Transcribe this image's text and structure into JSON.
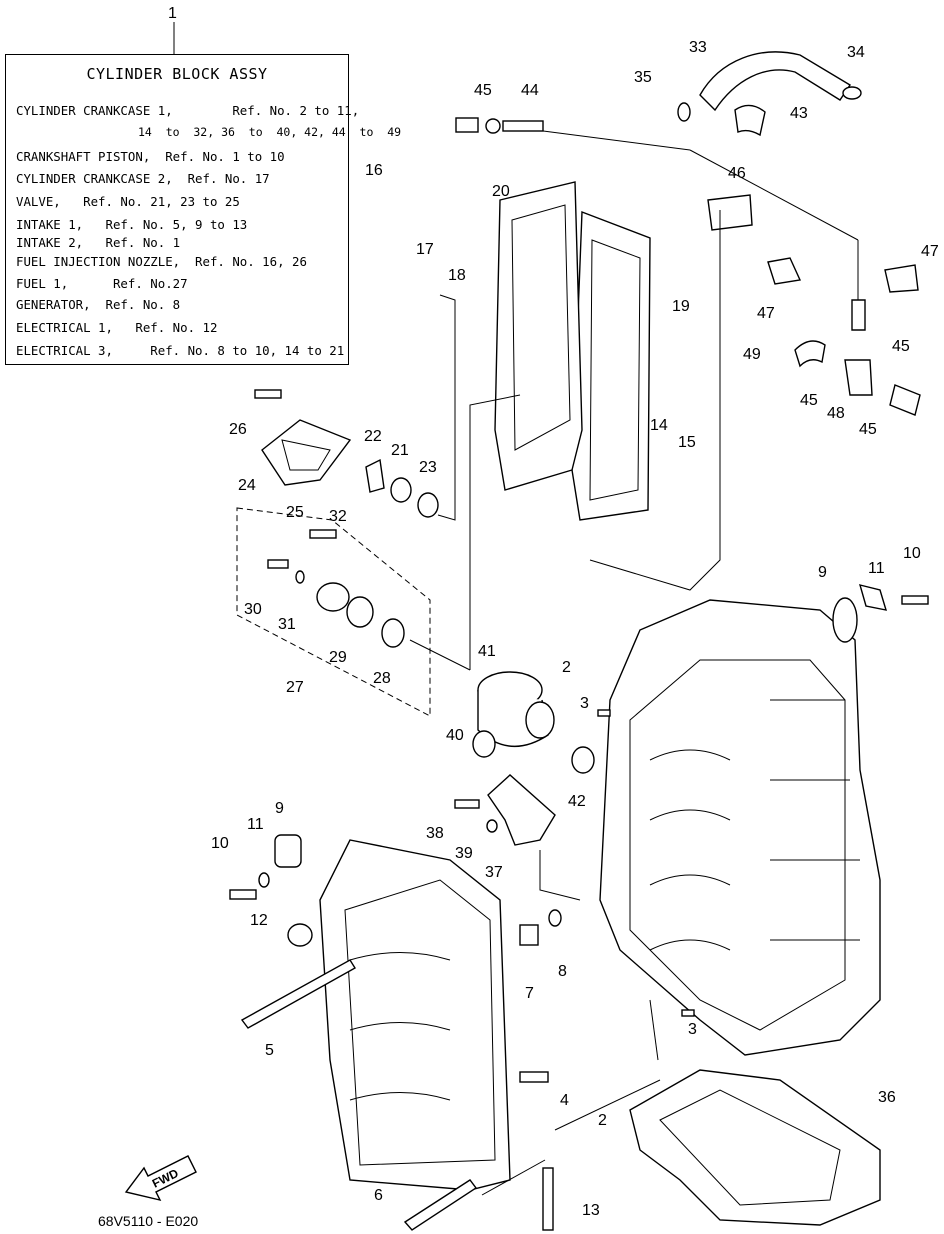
{
  "assembly_label": "1",
  "legend": {
    "title": "CYLINDER BLOCK ASSY",
    "lines": [
      "CYLINDER CRANKCASE 1,        Ref. No. 2 to 11,",
      "14  to  32, 36  to  40, 42, 44  to  49",
      "CRANKSHAFT PISTON,  Ref. No. 1 to 10",
      "CYLINDER CRANKCASE 2,  Ref. No. 17",
      "VALVE,   Ref. No. 21, 23 to 25",
      "INTAKE 1,   Ref. No. 5, 9 to 13",
      "INTAKE 2,   Ref. No. 1",
      "FUEL INJECTION NOZZLE,  Ref. No. 16, 26",
      "FUEL 1,      Ref. No.27",
      "GENERATOR,  Ref. No. 8",
      "ELECTRICAL 1,   Ref. No. 12",
      "ELECTRICAL 3,     Ref. No. 8 to 10, 14 to 21"
    ]
  },
  "callouts": {
    "c2a": "2",
    "c2b": "2",
    "c3a": "3",
    "c3b": "3",
    "c4": "4",
    "c5": "5",
    "c6": "6",
    "c7": "7",
    "c8": "8",
    "c9a": "9",
    "c9b": "9",
    "c10a": "10",
    "c10b": "10",
    "c11a": "11",
    "c11b": "11",
    "c12": "12",
    "c13": "13",
    "c14": "14",
    "c15": "15",
    "c16": "16",
    "c17": "17",
    "c18": "18",
    "c19": "19",
    "c20": "20",
    "c21": "21",
    "c22": "22",
    "c23": "23",
    "c24": "24",
    "c25": "25",
    "c26": "26",
    "c27": "27",
    "c28": "28",
    "c29": "29",
    "c30": "30",
    "c31": "31",
    "c32": "32",
    "c33": "33",
    "c34": "34",
    "c35": "35",
    "c36": "36",
    "c37": "37",
    "c38": "38",
    "c39": "39",
    "c40": "40",
    "c41": "41",
    "c42": "42",
    "c43": "43",
    "c44": "44",
    "c45a": "45",
    "c45b": "45",
    "c45c": "45",
    "c45d": "45",
    "c46": "46",
    "c47a": "47",
    "c47b": "47",
    "c48": "48",
    "c49": "49"
  },
  "fwd_label": "FWD",
  "footer_code": "68V5110 - E020"
}
